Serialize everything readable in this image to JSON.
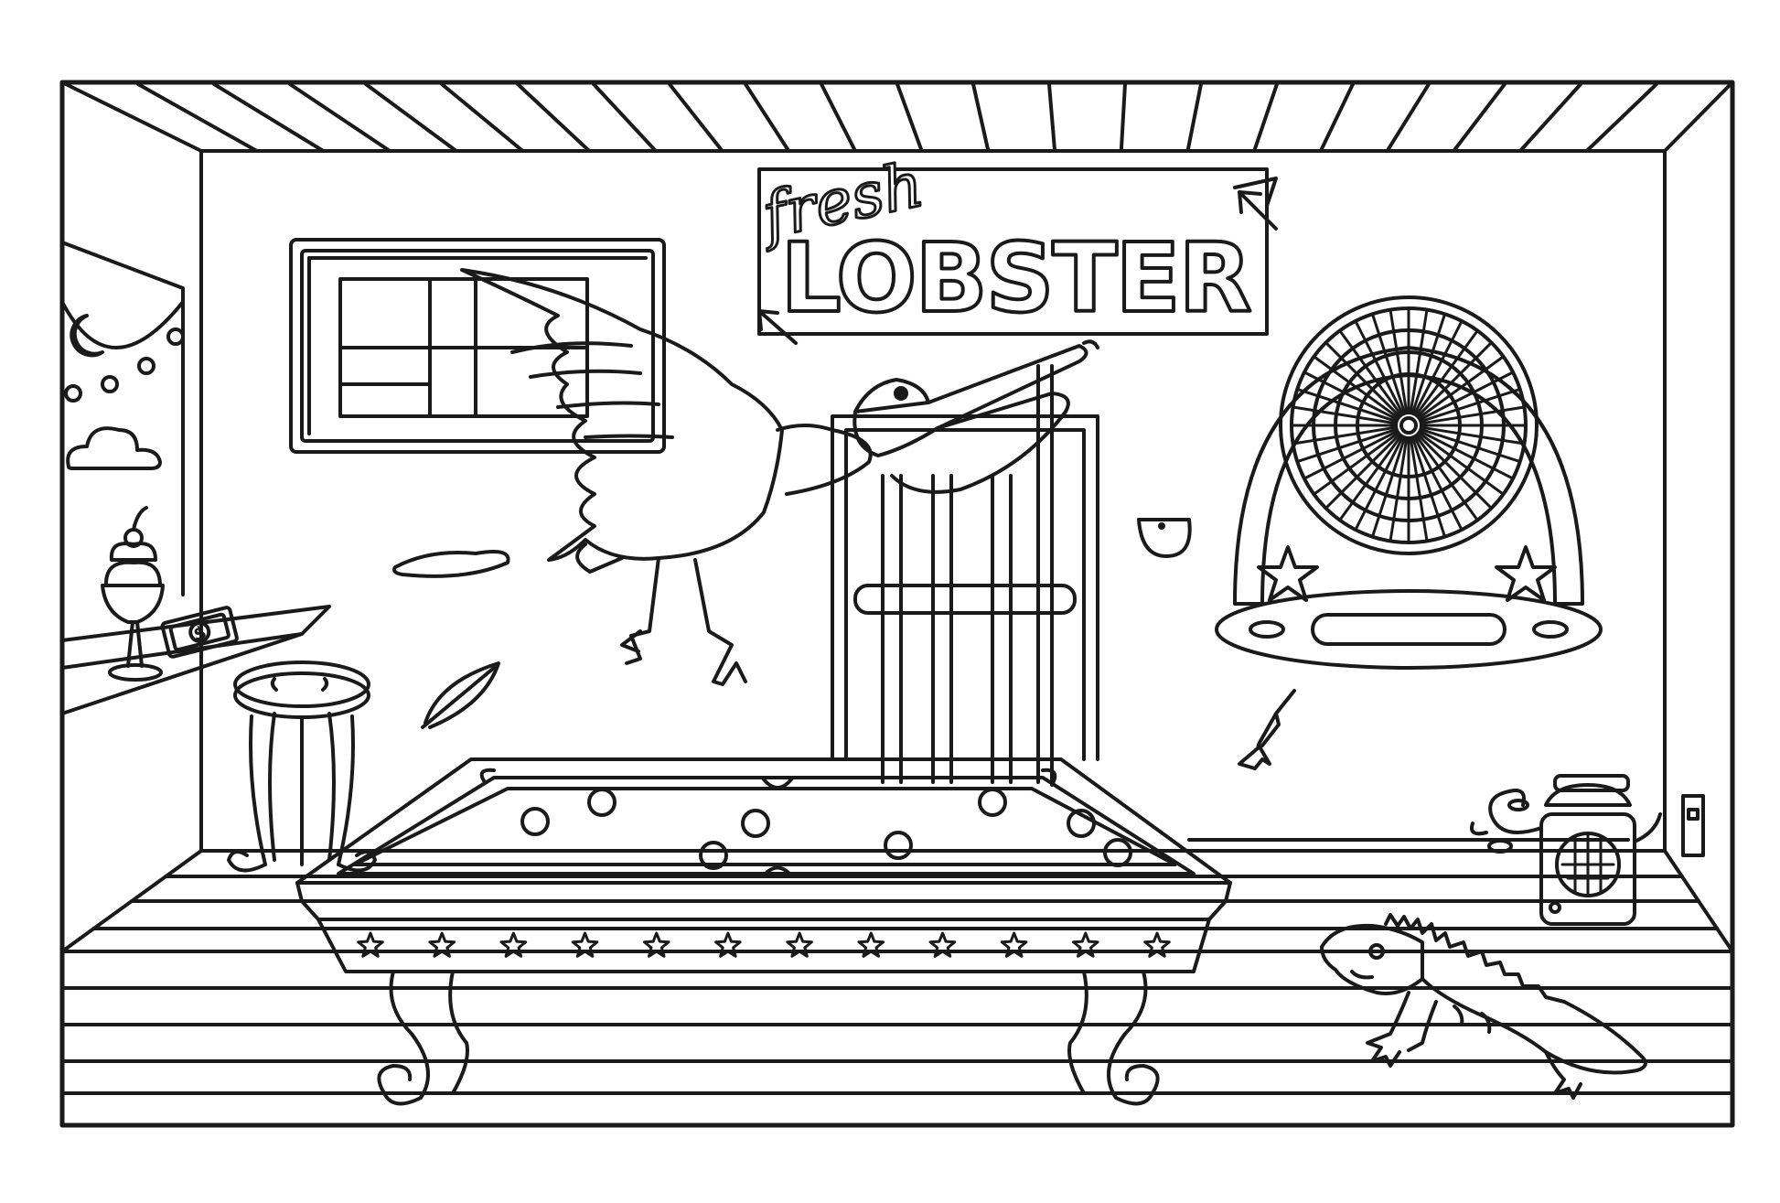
{
  "sign": {
    "small_text": "fresh",
    "big_text": "LOBSTER"
  },
  "bill": {
    "symbol": "$"
  },
  "colors": {
    "ink": "#1a1a1a",
    "paper": "#ffffff"
  },
  "billiard_table": {
    "star_count": 12,
    "ball_count": 8
  },
  "icons": [
    "crescent-moon-icon",
    "cloud-icon",
    "star-icon",
    "dart-icon",
    "feather-icon"
  ]
}
